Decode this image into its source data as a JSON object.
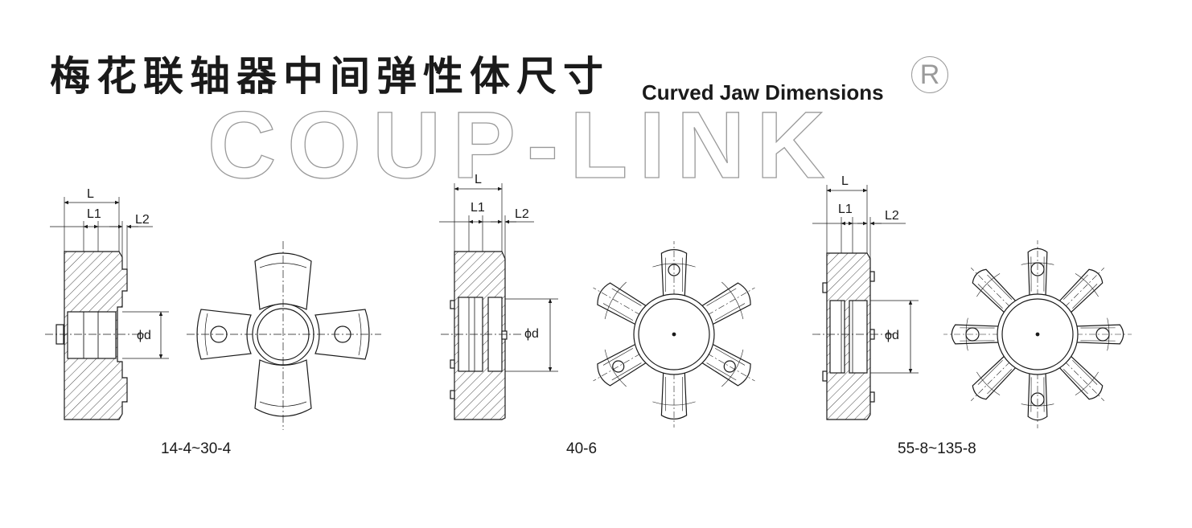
{
  "title": {
    "cn": "梅花联轴器中间弹性体尺寸",
    "en": "Curved Jaw Dimensions"
  },
  "watermark": {
    "text": "COUP-LINK",
    "registered_mark": "R"
  },
  "labels": {
    "L": "L",
    "L1": "L1",
    "L2": "L2",
    "bore": "ϕd"
  },
  "variants": [
    {
      "caption": "14-4~30-4",
      "jaws": 4
    },
    {
      "caption": "40-6",
      "jaws": 6
    },
    {
      "caption": "55-8~135-8",
      "jaws": 8
    }
  ],
  "colors": {
    "line": "#1a1a1a",
    "watermark_outline": "#9a9a9a"
  }
}
